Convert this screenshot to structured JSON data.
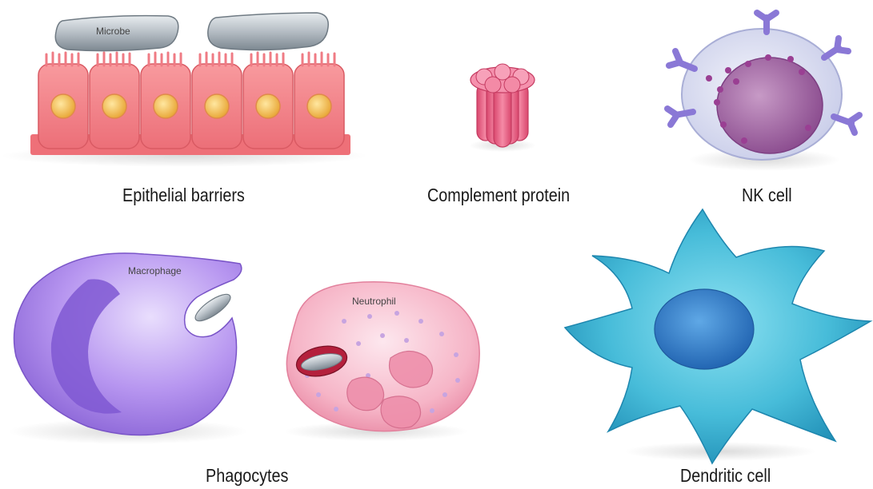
{
  "labels": {
    "microbe": "Microbe",
    "macrophage": "Macrophage",
    "neutrophil": "Neutrophil"
  },
  "captions": {
    "epithelial": "Epithelial barriers",
    "complement": "Complement protein",
    "nk": "NK cell",
    "phagocytes": "Phagocytes",
    "dendritic": "Dendritic cell"
  },
  "colors": {
    "epithelial": "#f27f86",
    "nucleus_yellow": "#f5c451",
    "microbe": "#b9c1c7",
    "complement": "#ea5f83",
    "nk_membrane": "#dcdff3",
    "nk_nucleus": "#9a5b9d",
    "receptor": "#8a78d6",
    "macrophage": "#a886e8",
    "neutrophil": "#f4a9be",
    "dendritic": "#4cc1dc",
    "dendritic_nucleus": "#2d7fc9"
  }
}
